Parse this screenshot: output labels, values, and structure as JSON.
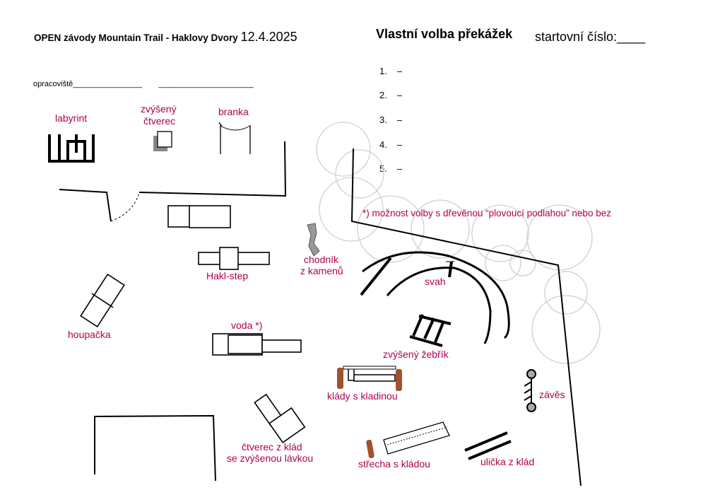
{
  "header": {
    "event_title": "OPEN závody Mountain Trail  - Haklovy Dvory",
    "date": "12.4.2025",
    "choice_title": "Vlastní volba překážek",
    "start_number_label": "startovní číslo:____",
    "workplace_label": "opracoviště________________",
    "workplace_line": "______________________"
  },
  "choice_list": [
    {
      "num": "1.",
      "dash": "–"
    },
    {
      "num": "2.",
      "dash": "–"
    },
    {
      "num": "3.",
      "dash": "–"
    },
    {
      "num": "4.",
      "dash": "–"
    },
    {
      "num": "5.",
      "dash": "–"
    }
  ],
  "footnote": "*) možnost volby s dřevěnou “plovoucí podlahou” nebo bez",
  "obstacles": {
    "labyrint": "labyrint",
    "ctverec_line1": "zvýšený",
    "ctverec_line2": "čtverec",
    "branka": "branka",
    "haklstep": "Hakl-step",
    "chodnik_line1": "chodník",
    "chodnik_line2": "z kamenů",
    "houpacka": "houpačka",
    "voda": "voda *)",
    "svah": "svah",
    "zebrik": "zvýšený žebřík",
    "klady": "klády s kladinou",
    "zaves": "závěs",
    "ctverec_klad_line1": "čtverec z klád",
    "ctverec_klad_line2": "se zvýšenou lávkou",
    "strecha": "střecha s kládou",
    "ulicka": "ulička z klád"
  },
  "colors": {
    "label_color": "#b0004c",
    "log_color": "#a0522d",
    "tree_color": "#cfcfcf"
  }
}
